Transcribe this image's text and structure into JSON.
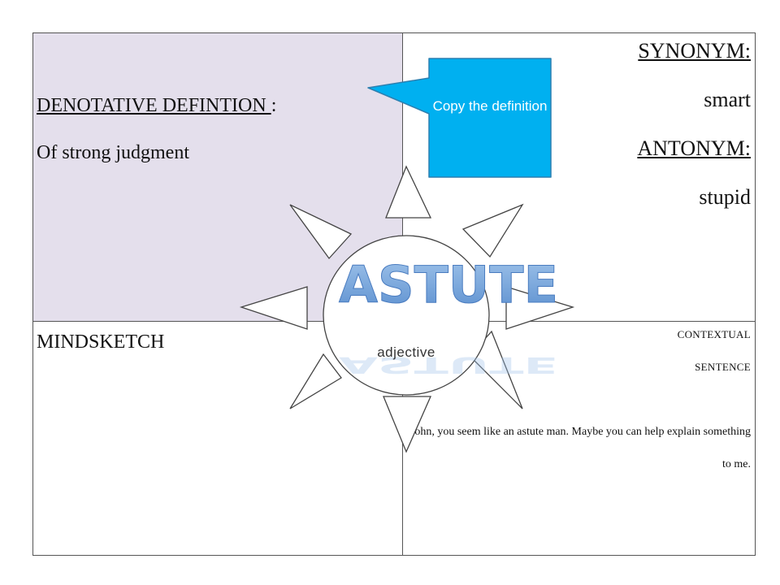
{
  "denotative": {
    "heading": "DENOTATIVE DEFINTION ",
    "heading_suffix": ":",
    "definition": "Of strong judgment"
  },
  "synonym": {
    "label": "SYNONYM:",
    "value": "smart"
  },
  "antonym": {
    "label": "ANTONYM:",
    "value": "stupid"
  },
  "callout": {
    "text": "Copy the definition",
    "color": "#00b0f0"
  },
  "center": {
    "word": "ASTUTE",
    "part_of_speech": "adjective",
    "word_color": "#7da7d9"
  },
  "mindsketch": {
    "label": "MINDSKETCH"
  },
  "contextual": {
    "label_line1": "CONTEXTUAL",
    "label_line2": "SENTENCE",
    "sentence": "John, you seem like an astute man. Maybe you can help explain something to me."
  },
  "colors": {
    "definition_bg": "#e4dfec",
    "border": "#555555"
  }
}
